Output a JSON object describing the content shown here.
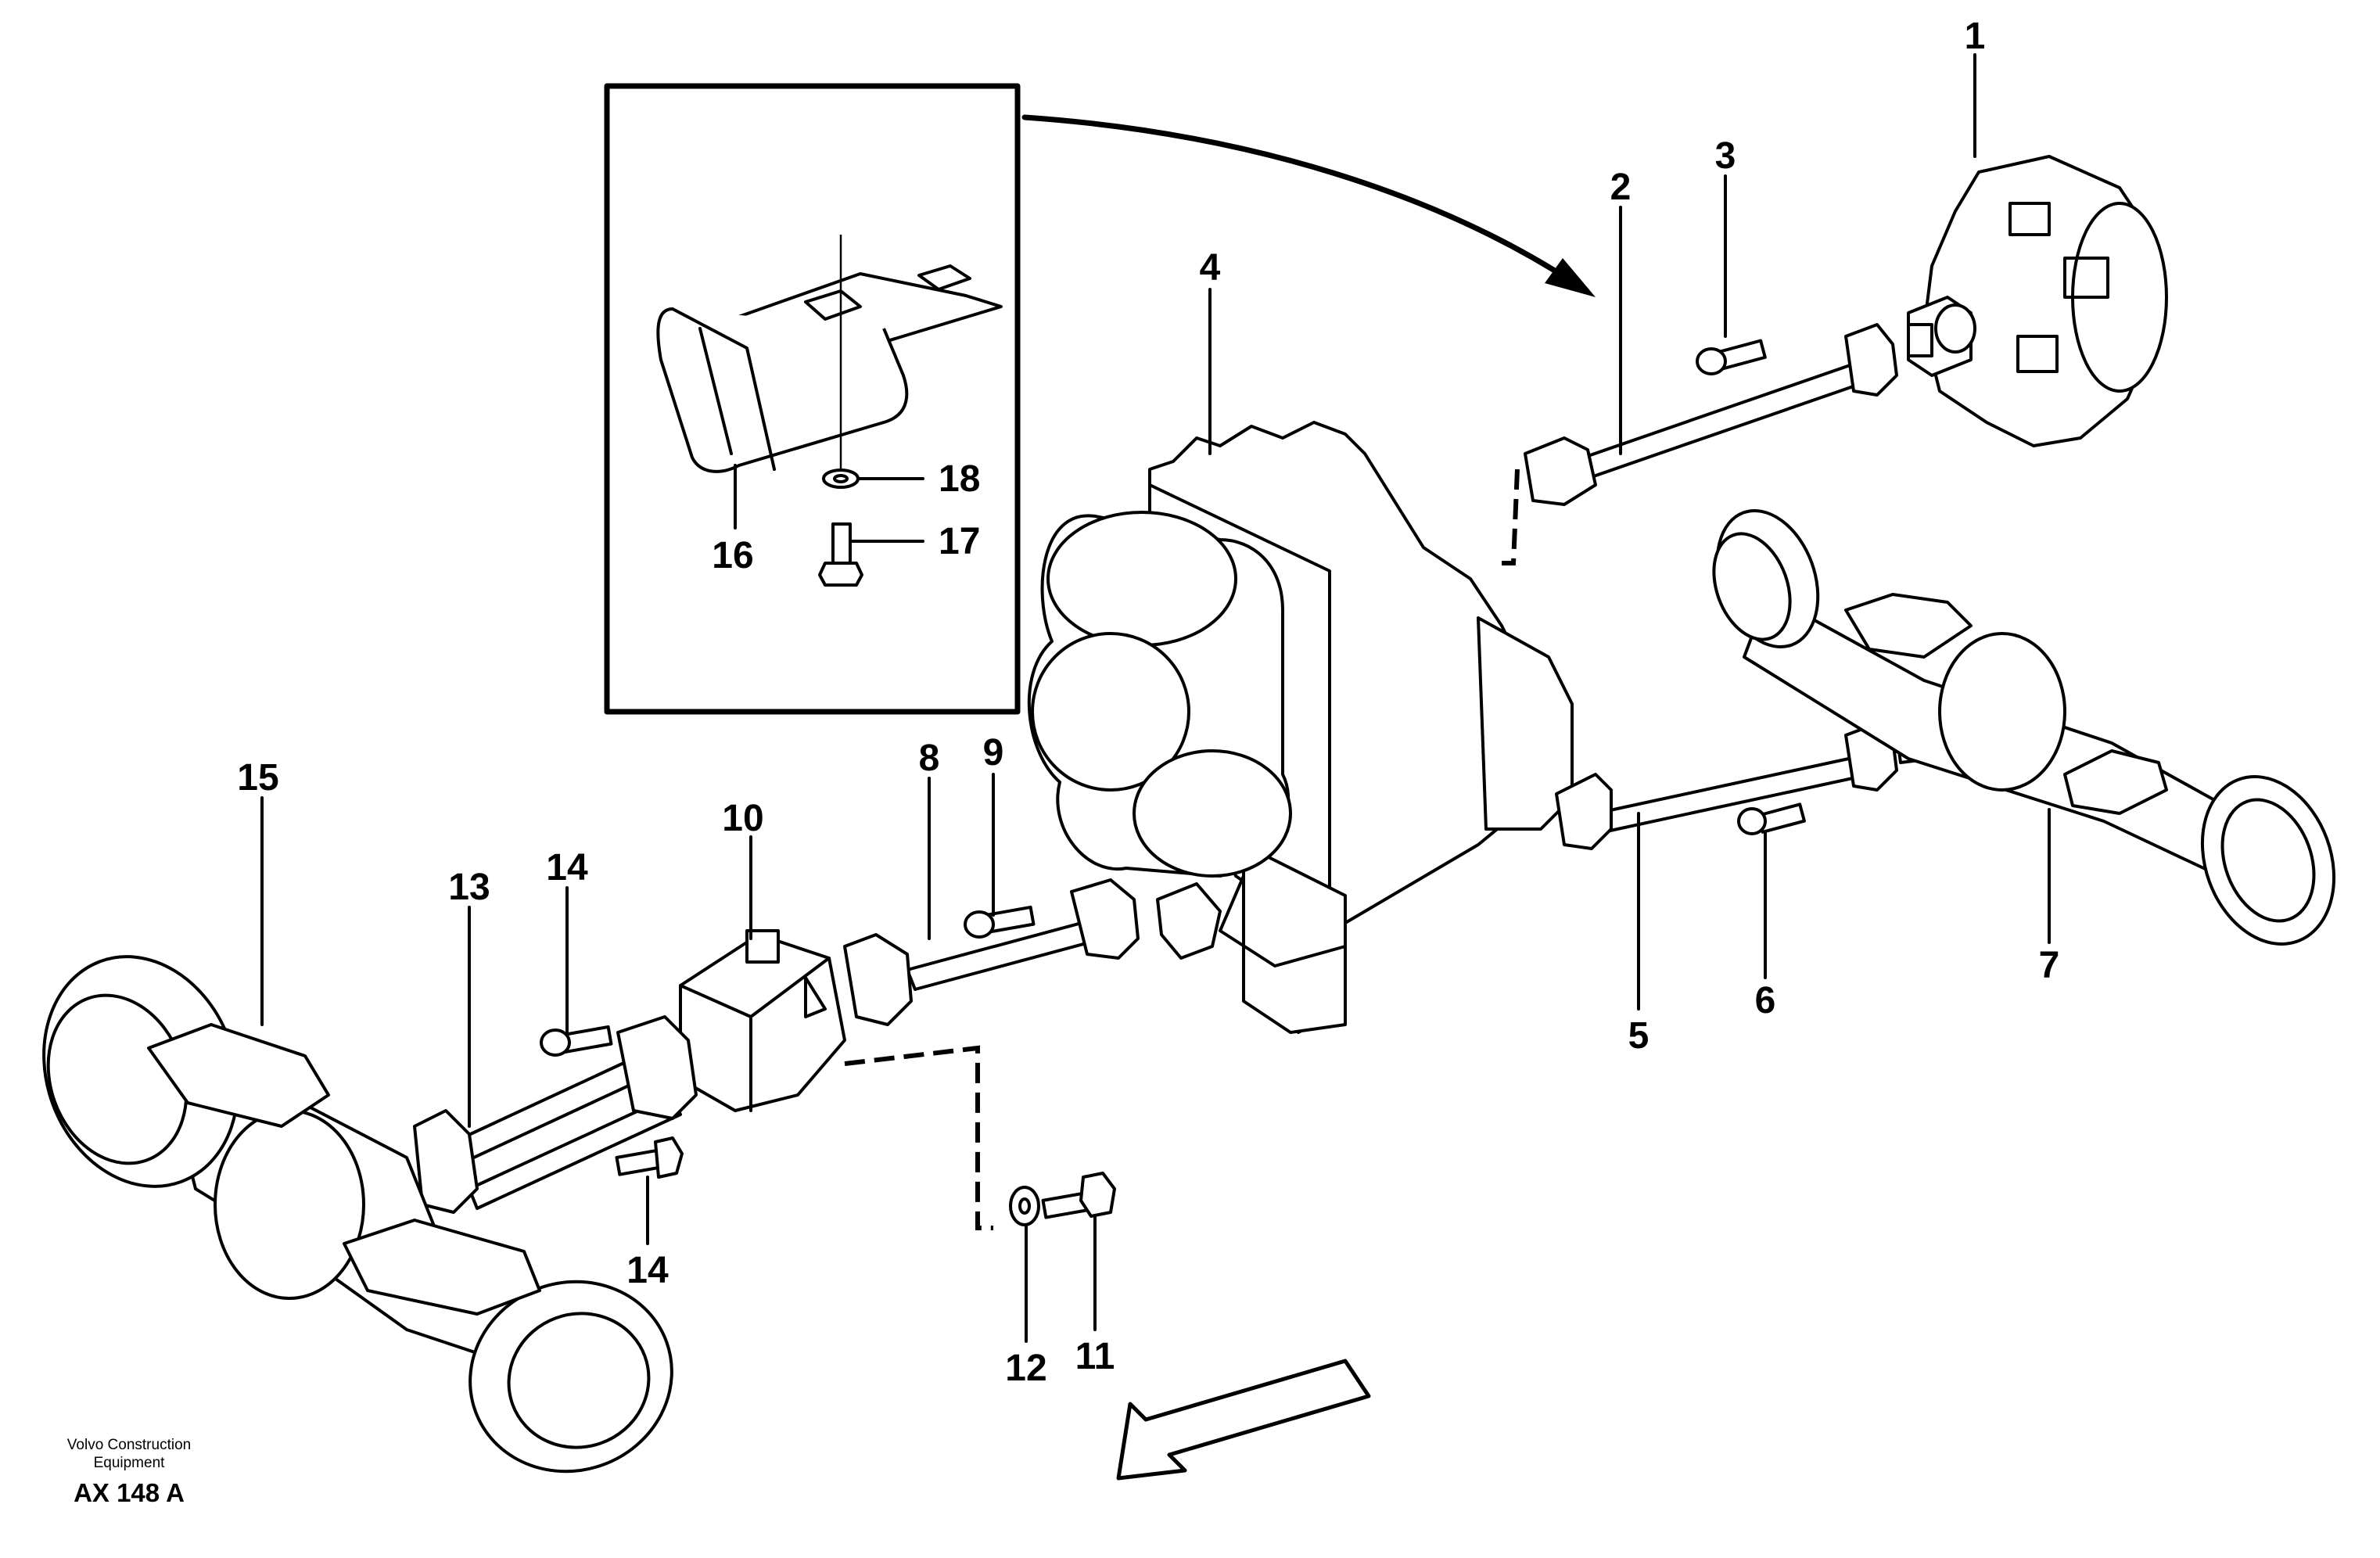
{
  "diagram": {
    "callouts": {
      "c1": "1",
      "c2": "2",
      "c3": "3",
      "c4": "4",
      "c5": "5",
      "c6": "6",
      "c7": "7",
      "c8": "8",
      "c9": "9",
      "c10": "10",
      "c11": "11",
      "c12": "12",
      "c13": "13",
      "c14a": "14",
      "c14b": "14",
      "c15": "15",
      "c16": "16",
      "c17": "17",
      "c18": "18"
    },
    "publisher_line1": "Volvo Construction",
    "publisher_line2": "Equipment",
    "figure_code": "AX 148 A",
    "icons": [
      "direction-arrow-icon",
      "detail-callout-arrow"
    ]
  }
}
